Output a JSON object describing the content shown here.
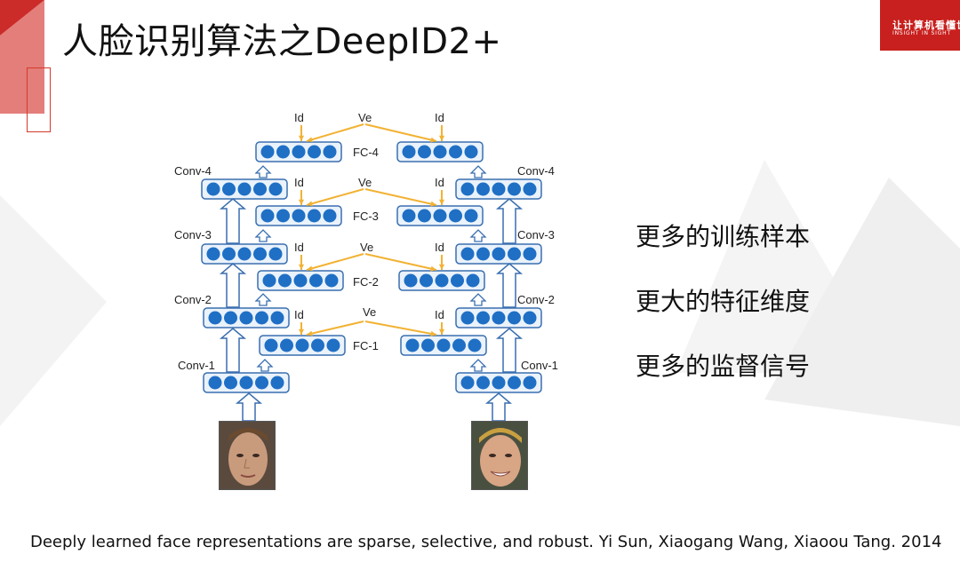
{
  "slide": {
    "title": "人脸识别算法之DeepID2+",
    "logo_line1": "让计算机看懂世界",
    "logo_line2": "INSIGHT IN SIGHT",
    "bullets": [
      "更多的训练样本",
      "更大的特征维度",
      "更多的监督信号"
    ],
    "citation": "Deeply learned face representations are sparse, selective, and robust. Yi Sun, Xiaogang Wang, Xiaoou Tang. 2014"
  },
  "diagram": {
    "fc_labels": [
      "FC-4",
      "FC-3",
      "FC-2",
      "FC-1"
    ],
    "conv_labels": [
      "Conv-4",
      "Conv-3",
      "Conv-2",
      "Conv-1"
    ],
    "id_label": "Id",
    "ve_label": "Ve"
  },
  "colors": {
    "accent_red": "#c8201e",
    "node_blue": "#1f6fc5",
    "box_border": "#3a6fb0",
    "signal_yellow": "#f2b233"
  }
}
